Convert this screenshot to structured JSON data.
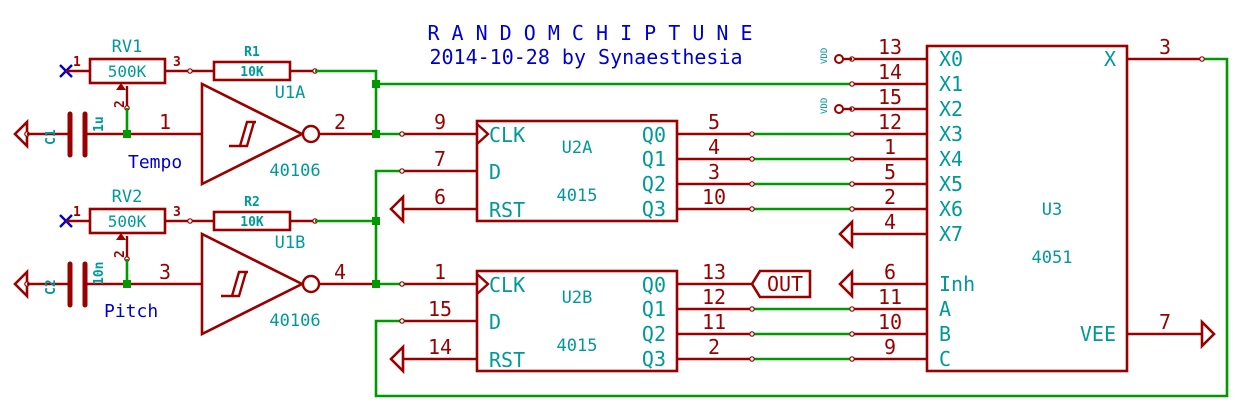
{
  "title": {
    "line1": "R A N D O M   C H I P T U N E",
    "line2": "2014-10-28 by Synaesthesia"
  },
  "colors": {
    "wire": "#009900",
    "component": "#990000",
    "field_text": "#009999",
    "label_text": "#0000cc",
    "background": "#ffffff"
  },
  "components": {
    "RV1": {
      "ref": "RV1",
      "value": "500K",
      "pins": {
        "p1": "1",
        "p2": "2",
        "p3": "3"
      }
    },
    "RV2": {
      "ref": "RV2",
      "value": "500K",
      "pins": {
        "p1": "1",
        "p2": "2",
        "p3": "3"
      }
    },
    "R1": {
      "ref": "R1",
      "value": "10K"
    },
    "R2": {
      "ref": "R2",
      "value": "10K"
    },
    "C1": {
      "ref": "C1",
      "value": "1u"
    },
    "C2": {
      "ref": "C2",
      "value": "10n"
    },
    "U1A": {
      "ref": "U1A",
      "value": "40106",
      "pin_in": "1",
      "pin_out": "2"
    },
    "U1B": {
      "ref": "U1B",
      "value": "40106",
      "pin_in": "3",
      "pin_out": "4"
    },
    "U2A": {
      "ref": "U2A",
      "value": "4015",
      "left": [
        {
          "name": "CLK",
          "num": "9"
        },
        {
          "name": "D",
          "num": "7"
        },
        {
          "name": "RST",
          "num": "6"
        }
      ],
      "right": [
        {
          "name": "Q0",
          "num": "5"
        },
        {
          "name": "Q1",
          "num": "4"
        },
        {
          "name": "Q2",
          "num": "3"
        },
        {
          "name": "Q3",
          "num": "10"
        }
      ]
    },
    "U2B": {
      "ref": "U2B",
      "value": "4015",
      "left": [
        {
          "name": "CLK",
          "num": "1"
        },
        {
          "name": "D",
          "num": "15"
        },
        {
          "name": "RST",
          "num": "14"
        }
      ],
      "right": [
        {
          "name": "Q0",
          "num": "13"
        },
        {
          "name": "Q1",
          "num": "12"
        },
        {
          "name": "Q2",
          "num": "11"
        },
        {
          "name": "Q3",
          "num": "2"
        }
      ]
    },
    "U3": {
      "ref": "U3",
      "value": "4051",
      "left": [
        {
          "name": "X0",
          "num": "13"
        },
        {
          "name": "X1",
          "num": "14"
        },
        {
          "name": "X2",
          "num": "15"
        },
        {
          "name": "X3",
          "num": "12"
        },
        {
          "name": "X4",
          "num": "1"
        },
        {
          "name": "X5",
          "num": "5"
        },
        {
          "name": "X6",
          "num": "2"
        },
        {
          "name": "X7",
          "num": "4"
        },
        {
          "name": "Inh",
          "num": "6"
        },
        {
          "name": "A",
          "num": "11"
        },
        {
          "name": "B",
          "num": "10"
        },
        {
          "name": "C",
          "num": "9"
        }
      ],
      "right": [
        {
          "name": "X",
          "num": "3"
        },
        {
          "name": "VEE",
          "num": "7"
        }
      ]
    }
  },
  "net_labels": {
    "tempo": "Tempo",
    "pitch": "Pitch",
    "out": "OUT",
    "vdd1": "VDD",
    "vdd2": "VDD"
  }
}
